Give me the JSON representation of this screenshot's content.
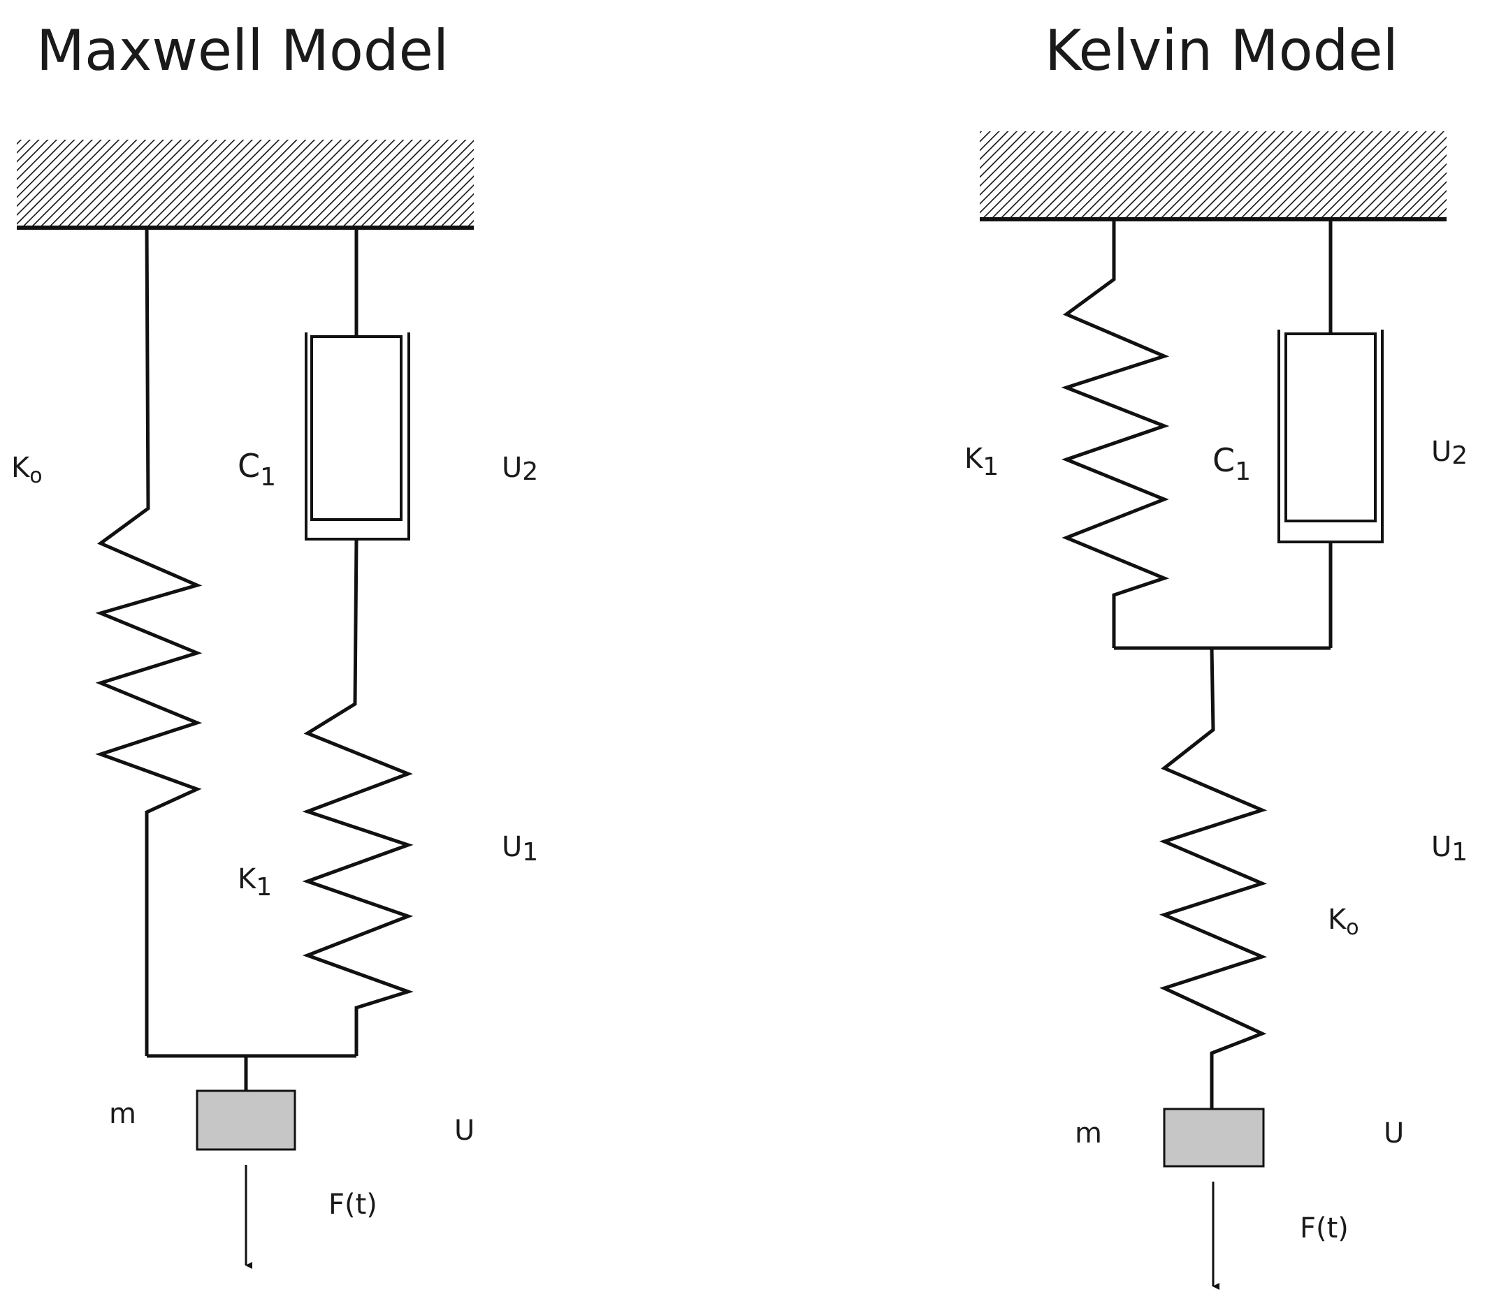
{
  "maxwell": {
    "title": "Maxwell Model",
    "labels": {
      "k0": {
        "main": "K",
        "sub": "o"
      },
      "c1": {
        "main": "C",
        "sub": "1"
      },
      "u2": {
        "main": "U",
        "sub": "2"
      },
      "u1": {
        "main": "U",
        "sub": "1"
      },
      "k1": {
        "main": "K",
        "sub": "1"
      },
      "m": "m",
      "u": "U",
      "f": "F(t)"
    }
  },
  "kelvin": {
    "title": "Kelvin Model",
    "labels": {
      "k1": {
        "main": "K",
        "sub": "1"
      },
      "c1": {
        "main": "C",
        "sub": "1"
      },
      "u2": {
        "main": "U",
        "sub": "2"
      },
      "u1": {
        "main": "U",
        "sub": "1"
      },
      "k0": {
        "main": "K",
        "sub": "o"
      },
      "m": "m",
      "u": "U",
      "f": "F(t)"
    }
  },
  "colors": {
    "line": "#111111",
    "mass_fill": "#c6c6c6",
    "hatch": "#111111"
  }
}
